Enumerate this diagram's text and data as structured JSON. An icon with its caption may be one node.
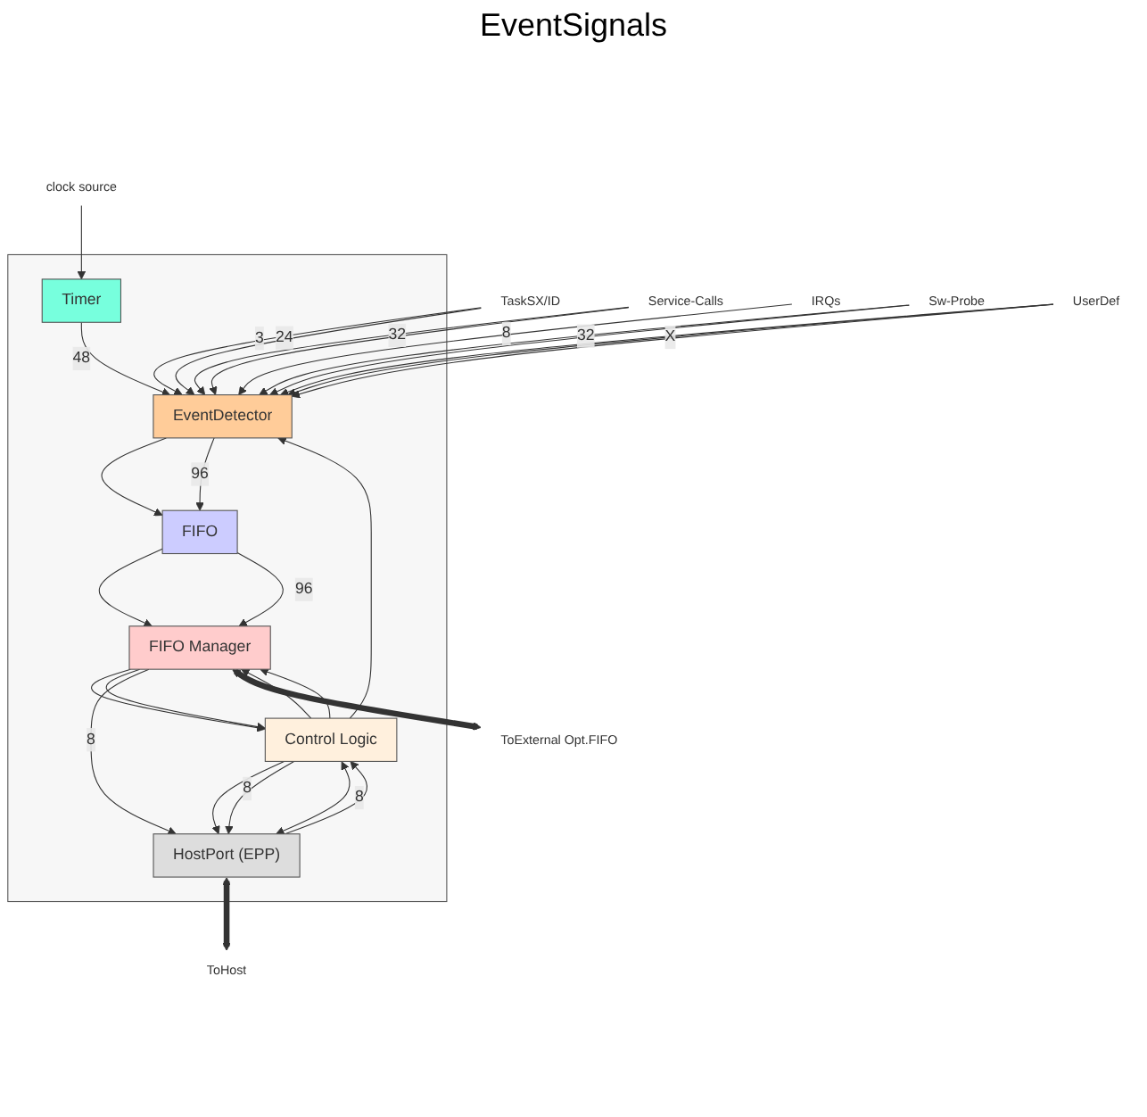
{
  "diagram": {
    "nodes": [
      {
        "text": [],
        "shape": "box"
      },
      {
        "text": [
          "EventDetector"
        ],
        "in": 0
      },
      {
        "text": [
          "Timer"
        ],
        "in": 0
      },
      {
        "text": [
          "FIFO"
        ],
        "in": 0
      },
      {
        "text": [
          "Control Logic"
        ],
        "in": 0
      },
      {
        "text": [
          "FIFO Manager"
        ],
        "in": 0
      },
      {
        "text": [
          "HostPort (EPP)"
        ],
        "in": 0
      },
      {
        "text": [
          "TaskSX/ID"
        ]
      },
      {
        "text": [
          "Service-Calls"
        ]
      },
      {
        "text": [
          "IRQs"
        ]
      },
      {
        "text": [
          "Sw-Probe"
        ]
      },
      {
        "text": [
          "UserDef"
        ]
      },
      {
        "text": [
          "clock source"
        ]
      },
      {
        "text": [
          "ToExternal Opt.FIFO"
        ]
      },
      {
        "text": [
          "ToHost"
        ]
      }
    ],
    "edges": [
      {
        "from": 7,
        "to": 1,
        "arrow": "to",
        "label": "3"
      },
      {
        "from": 7,
        "to": 1,
        "arrow": "to",
        "label": "24"
      },
      {
        "from": 8,
        "to": 1,
        "arrow": "to"
      },
      {
        "from": 8,
        "to": 1,
        "arrow": "to",
        "label": "32"
      },
      {
        "from": 9,
        "to": 1,
        "arrow": "to",
        "label": "8"
      },
      {
        "from": 10,
        "to": 1,
        "arrow": "to"
      },
      {
        "from": 10,
        "to": 1,
        "arrow": "to",
        "label": "32"
      },
      {
        "from": 11,
        "to": 1,
        "arrow": "to"
      },
      {
        "from": 11,
        "to": 1,
        "arrow": "to"
      },
      {
        "from": 11,
        "to": 1,
        "arrow": "to",
        "label": "X"
      },
      {
        "from": 2,
        "to": 1,
        "arrow": "to",
        "label": "48"
      },
      {
        "from": 4,
        "to": 1,
        "arrow": "to"
      },
      {
        "from": 12,
        "to": 2,
        "arrow": "to"
      },
      {
        "from": 1,
        "to": 3,
        "arrow": "to"
      },
      {
        "from": 1,
        "to": 3,
        "arrow": "to",
        "label": "96"
      },
      {
        "from": 3,
        "to": 5,
        "arrow": "to"
      },
      {
        "from": 3,
        "to": 5,
        "arrow": "to",
        "label": "96"
      },
      {
        "from": 4,
        "to": 5,
        "arrow": "to"
      },
      {
        "from": 4,
        "to": 5,
        "arrow": "to"
      },
      {
        "from": 5,
        "to": 4,
        "arrow": "to"
      },
      {
        "from": 5,
        "to": 4,
        "arrow": "to"
      },
      {
        "from": 5,
        "to": 6,
        "arrow": "to",
        "label": "8"
      },
      {
        "from": 6,
        "to": 4,
        "arrow": "to"
      },
      {
        "from": 4,
        "to": 6,
        "arrow": "to"
      },
      {
        "from": 4,
        "to": 6,
        "arrow": "to",
        "label": "8"
      },
      {
        "from": 4,
        "to": 6,
        "arrow": "both",
        "label": "8"
      },
      {
        "from": 5,
        "to": 13,
        "arrow": "both",
        "style": "thick"
      },
      {
        "from": 6,
        "to": 14,
        "arrow": "both",
        "style": "thick"
      }
    ],
    "labels": [
      "EventSignals"
    ]
  }
}
